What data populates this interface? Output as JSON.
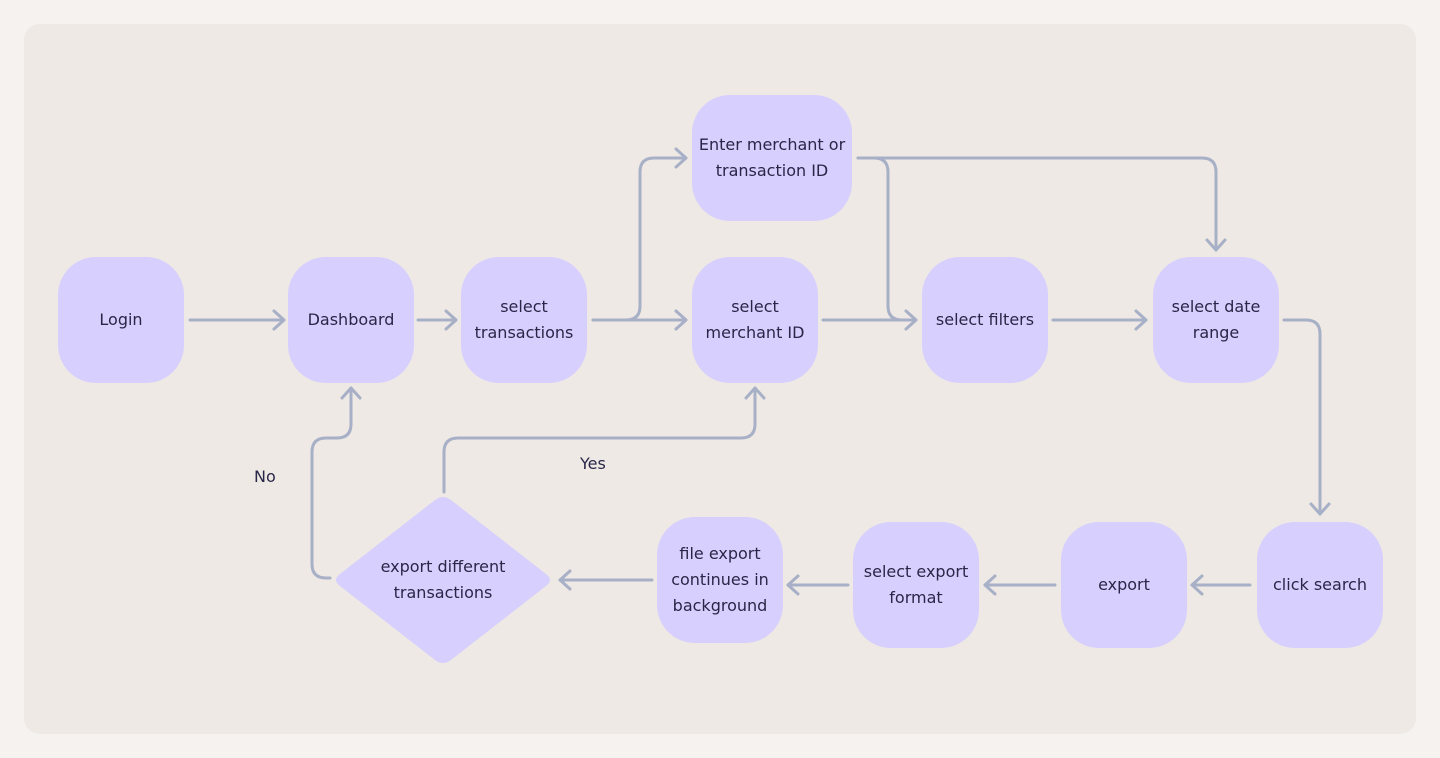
{
  "colors": {
    "node_fill": "#d7cffd",
    "connector": "#a8b0c7",
    "panel": "#eee9e5",
    "page": "#f5f2ef"
  },
  "nodes": {
    "login": "Login",
    "dashboard": "Dashboard",
    "select_transactions": "select transactions",
    "enter_merchant_or_transaction_id": "Enter merchant or transaction ID",
    "select_merchant_id": "select merchant ID",
    "select_filters": "select filters",
    "select_date_range": "select date range",
    "click_search": "click search",
    "export": "export",
    "select_export_format": "select export format",
    "file_export_background": "file export continues in background",
    "export_different_transactions": "export different transactions"
  },
  "edges": {
    "yes_label": "Yes",
    "no_label": "No"
  }
}
